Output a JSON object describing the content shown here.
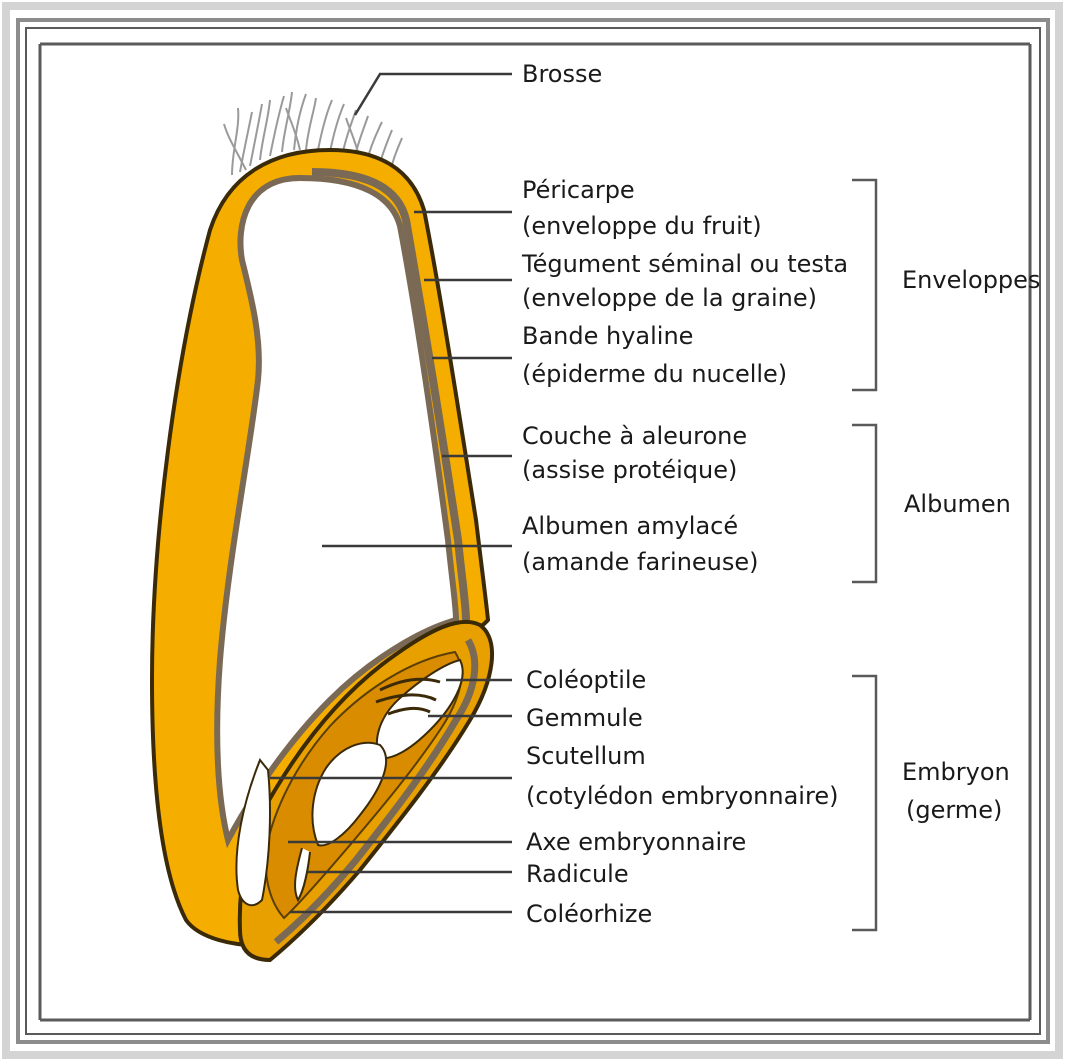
{
  "title": "",
  "colors": {
    "pericarp": "#f5ad00",
    "pericarp_outline": "#3b2a08",
    "layer_band": "#7a6a55",
    "embryo": "#e8a000",
    "embryo_inner": "#d98c00",
    "leader_line": "#3a3a3a",
    "frame": "#8c8c8c",
    "brush": "#9a9a9a"
  },
  "labels": {
    "brosse": "Brosse",
    "pericarpe_1": "Péricarpe",
    "pericarpe_2": "(enveloppe du fruit)",
    "tegument_1": "Tégument séminal ou testa",
    "tegument_2": "(enveloppe de la graine)",
    "bande_1": "Bande hyaline",
    "bande_2": "(épiderme du nucelle)",
    "couche_1": "Couche à aleurone",
    "couche_2": "(assise protéique)",
    "albumen_amylace_1": "Albumen amylacé",
    "albumen_amylace_2": "(amande farineuse)",
    "coleoptile": "Coléoptile",
    "gemmule": "Gemmule",
    "scutellum_1": "Scutellum",
    "scutellum_2": "(cotylédon embryonnaire)",
    "axe": "Axe embryonnaire",
    "radicule": "Radicule",
    "coleorhize": "Coléorhize"
  },
  "groups": {
    "enveloppes": "Enveloppes",
    "albumen": "Albumen",
    "embryon_1": "Embryon",
    "embryon_2": "(germe)"
  }
}
